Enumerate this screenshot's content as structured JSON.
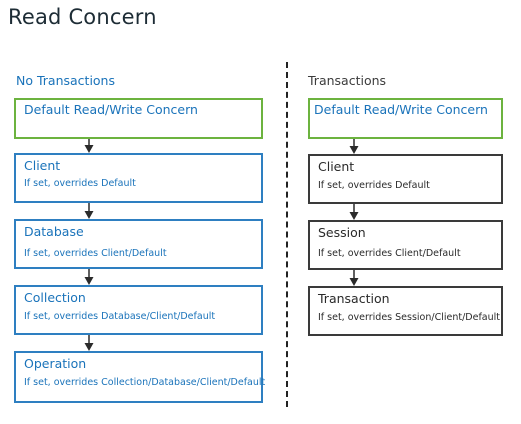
{
  "title": "Read Concern",
  "left": {
    "heading": "No Transactions",
    "default_box": "Default Read/Write Concern",
    "client": {
      "title": "Client",
      "subtitle": "If set, overrides Default"
    },
    "database": {
      "title": "Database",
      "subtitle": "If set, overrides Client/Default"
    },
    "collection": {
      "title": "Collection",
      "subtitle": "If set, overrides Database/Client/Default"
    },
    "operation": {
      "title": "Operation",
      "subtitle": "If set, overrides Collection/Database/Client/Default"
    }
  },
  "right": {
    "heading": "Transactions",
    "default_box": "Default Read/Write Concern",
    "client": {
      "title": "Client",
      "subtitle": "If set, overrides Default"
    },
    "session": {
      "title": "Session",
      "subtitle": "If set, overrides Client/Default"
    },
    "transaction": {
      "title": "Transaction",
      "subtitle": "If set, overrides Session/Client/Default"
    }
  },
  "colors": {
    "green": "#6cb33f",
    "blue": "#2e7fc1",
    "dark": "#3a3a3a"
  }
}
